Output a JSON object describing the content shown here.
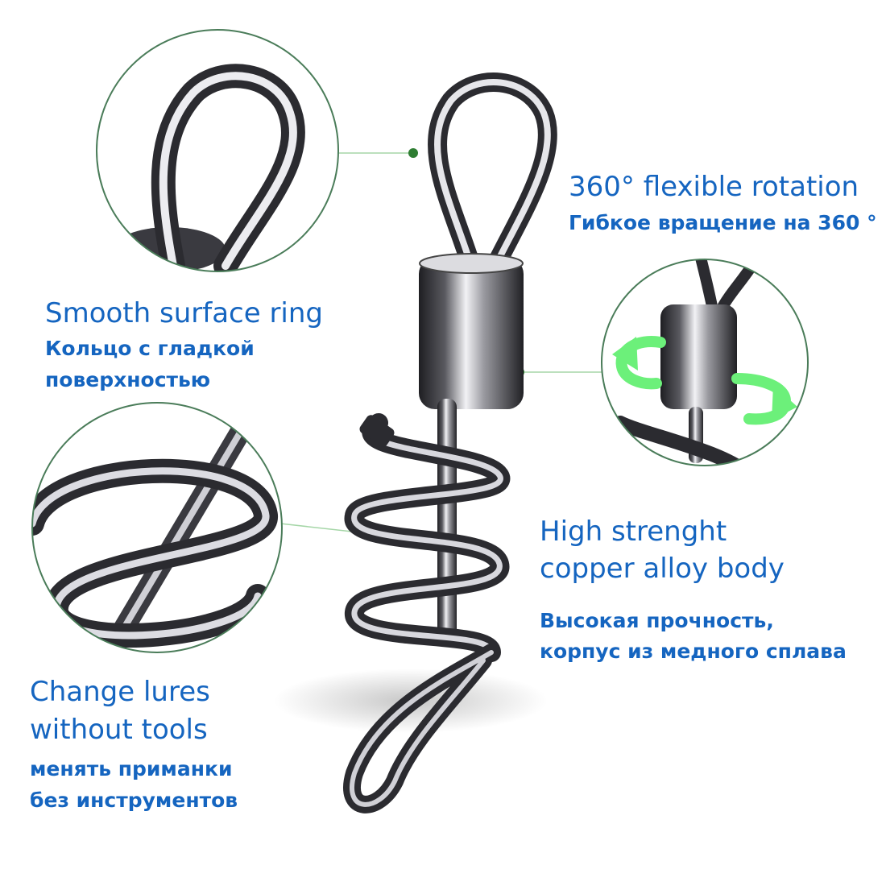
{
  "features": [
    {
      "id": "ring",
      "en": "Smooth surface ring",
      "ru": [
        "Кольцо с гладкой",
        "поверхностью"
      ]
    },
    {
      "id": "rotation",
      "en": "360° flexible rotation",
      "ru": [
        "Гибкое вращение на 360 °"
      ]
    },
    {
      "id": "body",
      "en_lines": [
        "High strenght",
        "copper alloy body"
      ],
      "ru": [
        "Высокая прочность,",
        "корпус из медного сплава"
      ]
    },
    {
      "id": "lures",
      "en_lines": [
        "Change lures",
        "without tools"
      ],
      "ru": [
        "менять приманки",
        "без инструментов"
      ]
    }
  ],
  "colors": {
    "text": "#1565c0",
    "callout_line": "#a5d6a7",
    "callout_dot": "#2e7d32",
    "circle_border": "#4a7c59",
    "rotation_arrow": "#6cf07a",
    "metal_dark": "#2b2b30",
    "metal_light": "#e8e8ec"
  },
  "icons": [
    "rotation-arrow-icon"
  ]
}
